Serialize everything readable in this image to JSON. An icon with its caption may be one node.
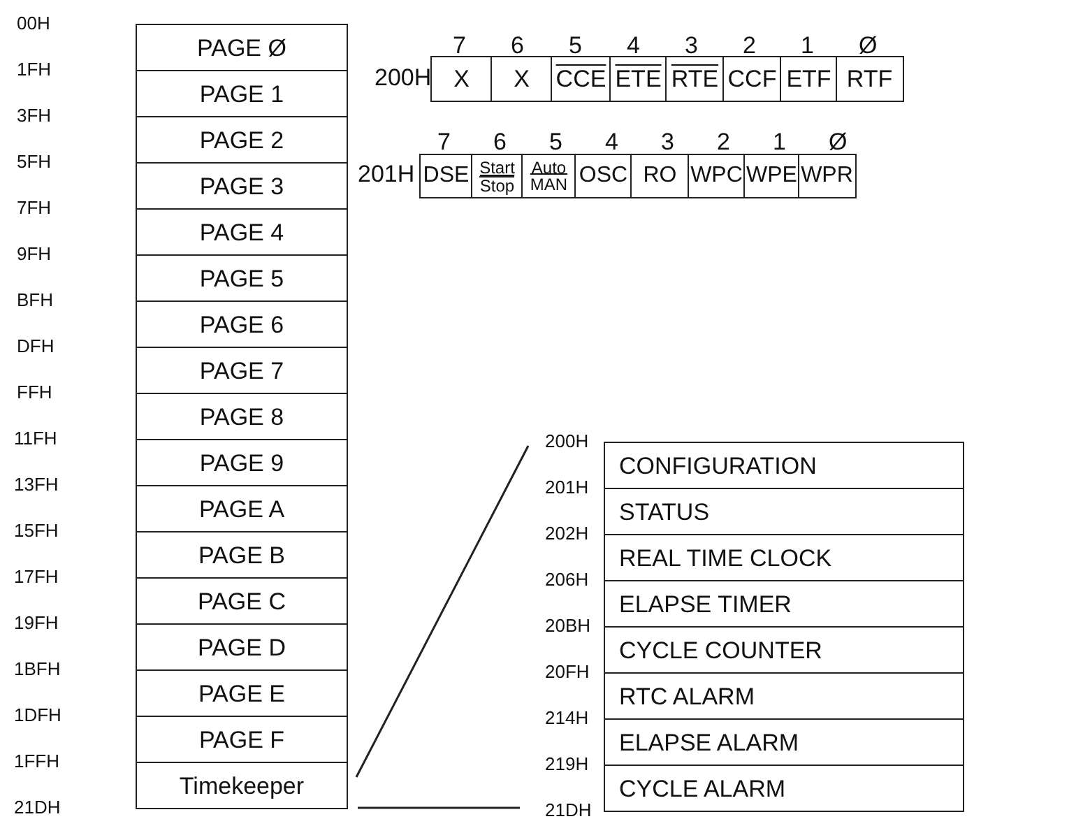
{
  "diagram": {
    "nodes": [
      {
        "text": [
          "PAGE Ø"
        ]
      },
      {
        "text": [
          "PAGE 1"
        ]
      },
      {
        "text": [
          "PAGE 2"
        ]
      },
      {
        "text": [
          "PAGE 3"
        ]
      },
      {
        "text": [
          "PAGE 4"
        ]
      },
      {
        "text": [
          "PAGE 5"
        ]
      },
      {
        "text": [
          "PAGE 6"
        ]
      },
      {
        "text": [
          "PAGE 7"
        ]
      },
      {
        "text": [
          "PAGE 8"
        ]
      },
      {
        "text": [
          "PAGE 9"
        ]
      },
      {
        "text": [
          "PAGE A"
        ]
      },
      {
        "text": [
          "PAGE B"
        ]
      },
      {
        "text": [
          "PAGE C"
        ]
      },
      {
        "text": [
          "PAGE D"
        ]
      },
      {
        "text": [
          "PAGE E"
        ]
      },
      {
        "text": [
          "PAGE F"
        ]
      },
      {
        "text": [
          "Timekeeper"
        ]
      },
      {
        "text": [
          "X"
        ]
      },
      {
        "text": [
          "X"
        ]
      },
      {
        "text": [
          "CCE"
        ]
      },
      {
        "text": [
          "ETE"
        ]
      },
      {
        "text": [
          "RTE"
        ]
      },
      {
        "text": [
          "CCF"
        ]
      },
      {
        "text": [
          "ETF"
        ]
      },
      {
        "text": [
          "RTF"
        ]
      },
      {
        "text": [
          "DSE"
        ]
      },
      {
        "text": [
          "Start",
          "Stop"
        ]
      },
      {
        "text": [
          "Auto",
          "MAN"
        ]
      },
      {
        "text": [
          "OSC"
        ]
      },
      {
        "text": [
          "RO"
        ]
      },
      {
        "text": [
          "WPC"
        ]
      },
      {
        "text": [
          "WPE"
        ]
      },
      {
        "text": [
          "WPR"
        ]
      },
      {
        "text": [
          "CONFIGURATION"
        ]
      },
      {
        "text": [
          "STATUS"
        ]
      },
      {
        "text": [
          "REAL TIME CLOCK"
        ]
      },
      {
        "text": [
          "ELAPSE TIMER"
        ]
      },
      {
        "text": [
          "CYCLE COUNTER"
        ]
      },
      {
        "text": [
          "RTC ALARM"
        ]
      },
      {
        "text": [
          "ELAPSE ALARM"
        ]
      },
      {
        "text": [
          "CYCLE ALARM"
        ]
      }
    ],
    "labels": [
      "00H",
      "1FH",
      "3FH",
      "5FH",
      "7FH",
      "9FH",
      "BFH",
      "DFH",
      "FFH",
      "11FH",
      "13FH",
      "15FH",
      "17FH",
      "19FH",
      "1BFH",
      "1DFH",
      "1FFH",
      "21DH",
      "7",
      "6",
      "5",
      "4",
      "3",
      "2",
      "1",
      "Ø",
      "200H",
      "7",
      "6",
      "5",
      "4",
      "3",
      "2",
      "1",
      "Ø",
      "201H",
      "200H",
      "201H",
      "202H",
      "206H",
      "20BH",
      "20FH",
      "214H",
      "219H",
      "21DH"
    ]
  }
}
